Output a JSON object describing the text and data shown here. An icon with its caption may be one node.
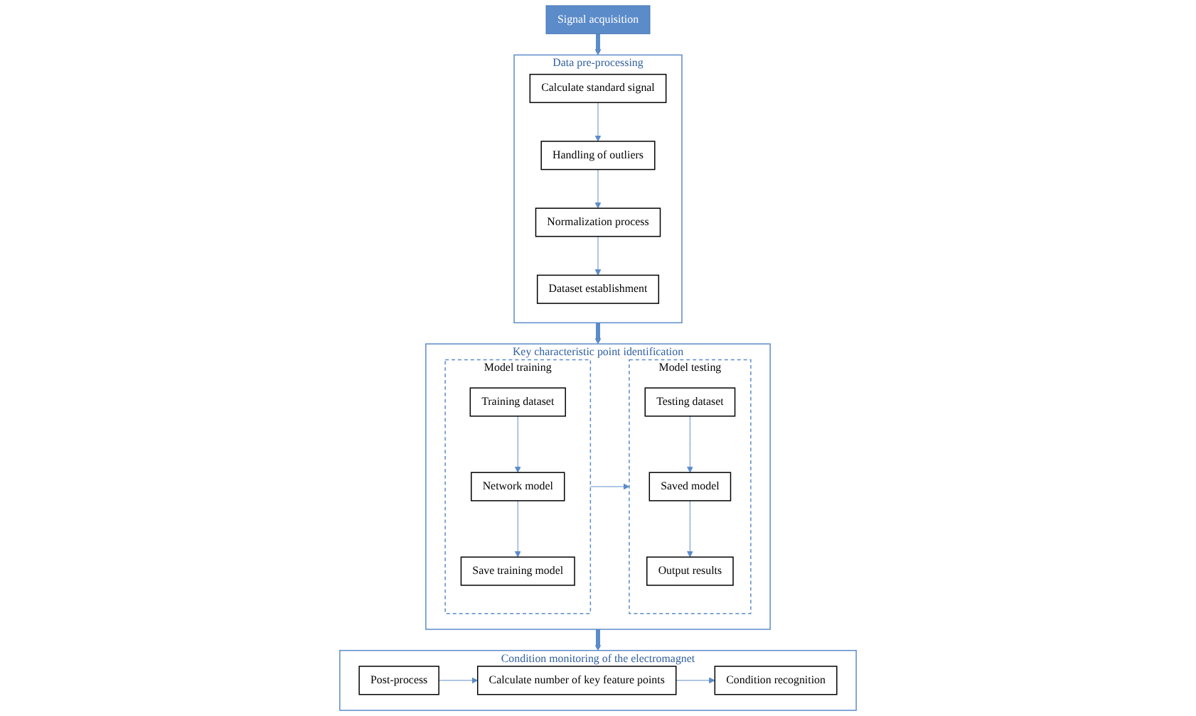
{
  "diagram": {
    "nodes": [
      {
        "text": [
          "Signal acquisition"
        ]
      },
      {
        "text": [
          "Data pre-processing"
        ]
      },
      {
        "text": [
          "Calculate standard signal"
        ],
        "in": 1
      },
      {
        "text": [
          "Handling of outliers"
        ],
        "in": 1
      },
      {
        "text": [
          "Normalization process"
        ],
        "in": 1
      },
      {
        "text": [
          "Dataset establishment"
        ],
        "in": 1
      },
      {
        "text": [
          "Key characteristic point identification"
        ]
      },
      {
        "text": [
          "Model training"
        ],
        "in": 6
      },
      {
        "text": [
          "Training dataset"
        ],
        "in": 7
      },
      {
        "text": [
          "Network model"
        ],
        "in": 7
      },
      {
        "text": [
          "Save training model"
        ],
        "in": 7
      },
      {
        "text": [
          "Model testing"
        ],
        "in": 6
      },
      {
        "text": [
          "Testing dataset"
        ],
        "in": 11
      },
      {
        "text": [
          "Saved model"
        ],
        "in": 11
      },
      {
        "text": [
          "Output results"
        ],
        "in": 11
      },
      {
        "text": [
          "Condition monitoring of the electromagnet"
        ]
      },
      {
        "text": [
          "Post-process"
        ],
        "in": 15
      },
      {
        "text": [
          "Calculate number of key feature points"
        ],
        "in": 15
      },
      {
        "text": [
          "Condition recognition"
        ],
        "in": 15
      }
    ],
    "edges": [
      {
        "from": 0,
        "to": 1,
        "arrow": "to",
        "style": "thick"
      },
      {
        "from": 2,
        "to": 3,
        "arrow": "to"
      },
      {
        "from": 3,
        "to": 4,
        "arrow": "to"
      },
      {
        "from": 4,
        "to": 5,
        "arrow": "to"
      },
      {
        "from": 1,
        "to": 6,
        "arrow": "to",
        "style": "thick"
      },
      {
        "from": 8,
        "to": 9,
        "arrow": "to"
      },
      {
        "from": 9,
        "to": 10,
        "arrow": "to"
      },
      {
        "from": 7,
        "to": 11,
        "arrow": "to"
      },
      {
        "from": 12,
        "to": 13,
        "arrow": "to"
      },
      {
        "from": 13,
        "to": 14,
        "arrow": "to"
      },
      {
        "from": 6,
        "to": 15,
        "arrow": "to",
        "style": "thick"
      },
      {
        "from": 16,
        "to": 17,
        "arrow": "to"
      },
      {
        "from": 17,
        "to": 18,
        "arrow": "to"
      }
    ]
  }
}
